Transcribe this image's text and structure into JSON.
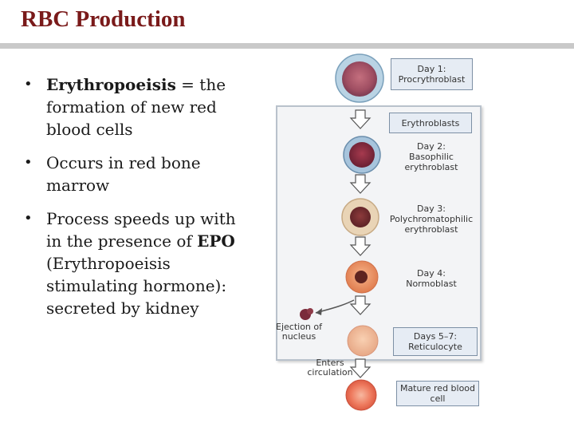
{
  "slide": {
    "title": "RBC Production",
    "bullets": [
      {
        "bold": "Erythropoeisis",
        "text": " = the formation of new red blood cells"
      },
      {
        "text": "Occurs in red bone marrow"
      },
      {
        "pre": "Process speeds up with in the presence of ",
        "bold": "EPO",
        "post": " (Erythropoeisis stimulating hormone): secreted by kidney"
      }
    ]
  },
  "diagram": {
    "day1": "Day 1:\nProcrythroblast",
    "erythroblasts": "Erythroblasts",
    "day2": "Day 2:\nBasophilic\nerythroblast",
    "day3": "Day 3:\nPolychromatophilic\nerythroblast",
    "day4": "Day 4:\nNormoblast",
    "ejection": "Ejection of\nnucleus",
    "day57": "Days 5–7:\nReticulocyte",
    "enters": "Enters\ncirculation",
    "mature": "Mature red blood\ncell"
  },
  "colors": {
    "title": "#7a1a1a",
    "label_fill": "#e6ecf4",
    "label_border": "#7d90a5"
  }
}
